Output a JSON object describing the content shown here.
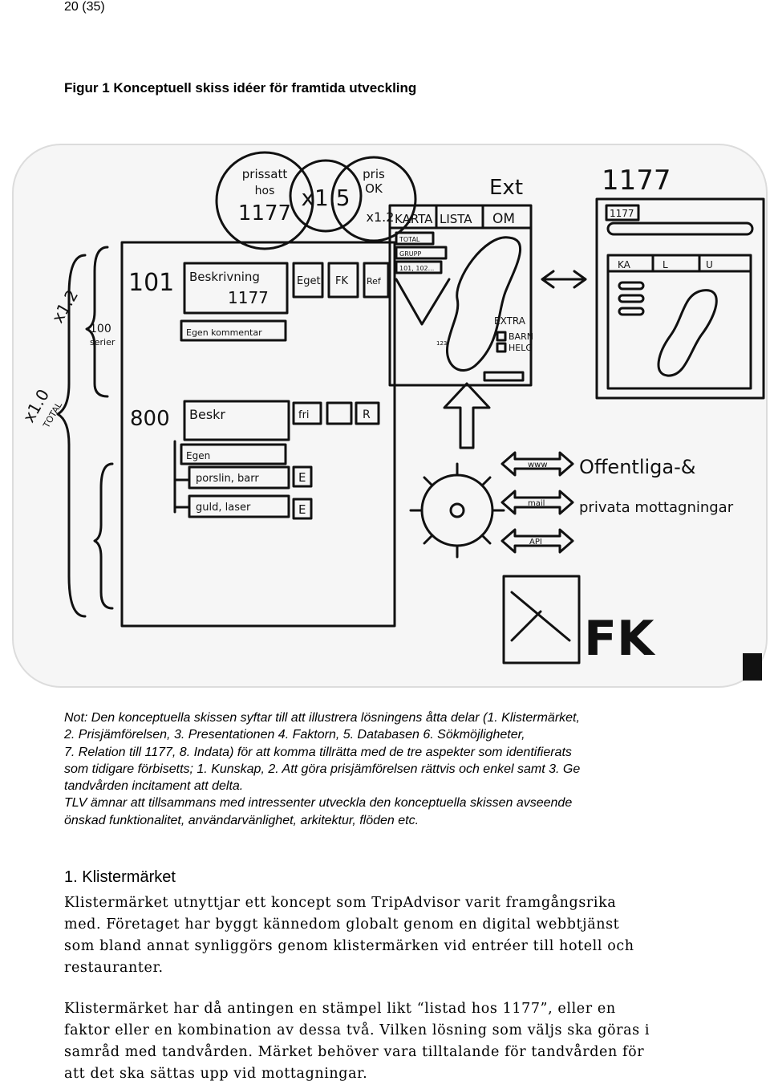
{
  "page_number": "20 (35)",
  "figure_title": "Figur 1 Konceptuell skiss idéer för framtida utveckling",
  "sketch": {
    "bubble_1": [
      "prissatt",
      "hos",
      "1177"
    ],
    "bubble_2": "x1.5",
    "bubble_3": [
      "pris",
      "OK",
      "x1.2"
    ],
    "ext_label": "Ext",
    "site_label": "1177",
    "scale_top": "x1.2",
    "scale_100": [
      "100",
      "serier"
    ],
    "scale_total": [
      "x1.0",
      "TOTAL"
    ],
    "left_panel": {
      "code_101": "101",
      "desc_box": [
        "Beskrivning",
        "1177"
      ],
      "comment_box": "Egen kommentar",
      "btn_eget": "Eget",
      "btn_fk": "FK",
      "btn_ref": "Ref",
      "code_800": "800",
      "desc_box_2": "Beskr",
      "comment_box_2": "Egen",
      "btn_fri": "fri",
      "btn_r": "R",
      "item_1": "porslin, barr",
      "item_2": "guld, laser",
      "btn_e1": "E",
      "btn_e2": "E"
    },
    "map_panel": {
      "tabs": [
        "KARTA",
        "LISTA",
        "OM"
      ],
      "filters": [
        "TOTAL",
        "GRUPP",
        "101, 102..."
      ],
      "extra_title": "EXTRA",
      "extra_items": [
        "BARN",
        "HELG"
      ],
      "map_number": "123"
    },
    "site_panel": {
      "logo": "1177",
      "tabs": [
        "KA",
        "L",
        "U"
      ]
    },
    "arrow_labels": [
      "www",
      "mail",
      "API"
    ],
    "receivers": [
      "Offentliga-&",
      "privata mottagningar"
    ],
    "fk_logo": "FK"
  },
  "note": [
    "Not: Den konceptuella skissen syftar till att illustrera lösningens åtta delar (1. Klistermärket,",
    "2. Prisjämförelsen, 3. Presentationen 4. Faktorn, 5. Databasen 6. Sökmöjligheter,",
    "7. Relation till 1177, 8. Indata) för att komma tillrätta med de tre aspekter som identifierats",
    "som tidigare förbisetts; 1. Kunskap, 2. Att göra prisjämförelsen rättvis och enkel samt 3. Ge",
    "tandvården incitament att delta.",
    "TLV ämnar att tillsammans med intressenter utveckla den konceptuella skissen avseende",
    "önskad funktionalitet, användarvänlighet, arkitektur, flöden etc."
  ],
  "section_heading": "1. Klistermärket",
  "paragraph_1": [
    "Klistermärket utnyttjar ett koncept som TripAdvisor varit framgångsrika",
    "med. Företaget har byggt kännedom globalt genom en digital webbtjänst",
    "som bland annat synliggörs genom klistermärken vid entréer till hotell och",
    "restauranter."
  ],
  "paragraph_2": [
    "Klistermärket har då antingen en stämpel likt “listad hos 1177”, eller en",
    "faktor eller en kombination av dessa två. Vilken lösning som väljs ska göras i",
    "samråd med tandvården. Märket behöver vara tilltalande för tandvården för",
    "att det ska sättas upp vid mottagningar."
  ]
}
